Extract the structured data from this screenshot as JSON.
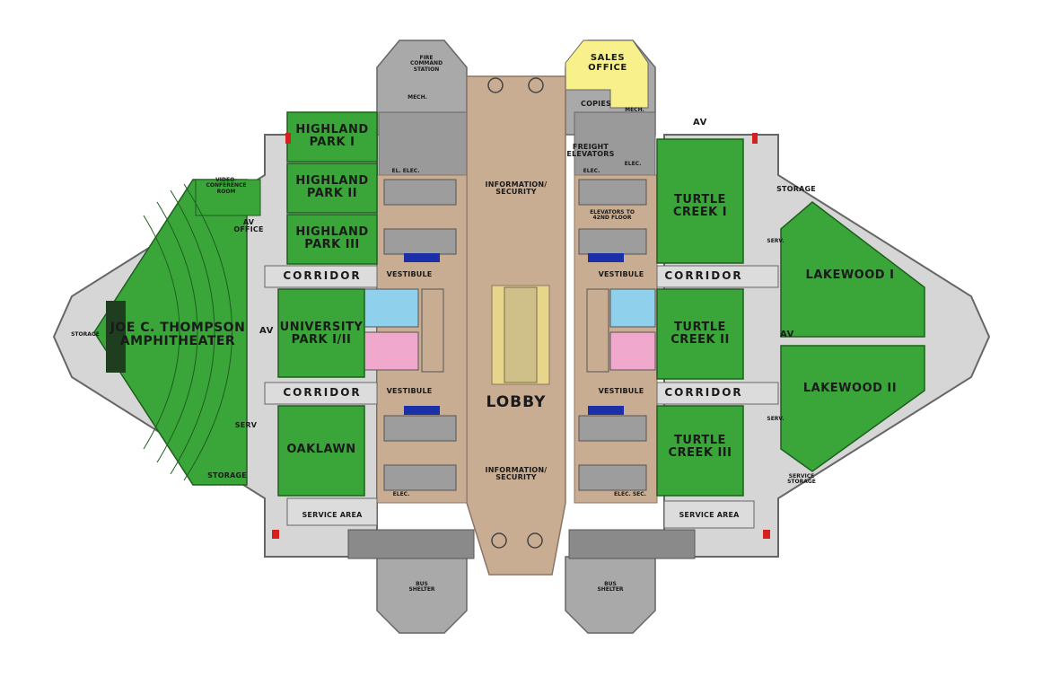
{
  "labels": {
    "fire_command": "FIRE\nCOMMAND\nSTATION",
    "mech_left": "MECH.",
    "mech_right": "MECH.",
    "sales_office": "SALES\nOFFICE",
    "copies": "COPIES",
    "av_top": "AV",
    "highland_1": "HIGHLAND\nPARK I",
    "highland_2": "HIGHLAND\nPARK II",
    "highland_3": "HIGHLAND\nPARK III",
    "video_conf": "VIDEO-\nCONFERENCE\nROOM",
    "av_office": "AV\nOFFICE",
    "el_elec": "EL. ELEC.",
    "info_top": "INFORMATION/\nSECURITY",
    "freight": "FREIGHT\nELEVATORS",
    "elec_top_right": "ELEC.",
    "elec_top_right2": "ELEC.",
    "elevators_42": "ELEVATORS TO\n42ND FLOOR",
    "turtle_1": "TURTLE\nCREEK I",
    "storage_right": "STORAGE",
    "corridor_left_top": "CORRIDOR",
    "vestibule_lt": "VESTIBULE",
    "vestibule_rt": "VESTIBULE",
    "corridor_right_top": "CORRIDOR",
    "lakewood_1": "LAKEWOOD I",
    "serv_right_top": "SERV.",
    "storage_left": "STORAGE",
    "amphitheater": "JOE C. THOMPSON\nAMPHITHEATER",
    "av_left": "AV",
    "university": "UNIVERSITY\nPARK I/II",
    "turtle_2": "TURTLE\nCREEK II",
    "av_right": "AV",
    "corridor_left_bottom": "CORRIDOR",
    "vestibule_lb": "VESTIBULE",
    "lobby": "LOBBY",
    "vestibule_rb": "VESTIBULE",
    "corridor_right_bottom": "CORRIDOR",
    "lakewood_2": "LAKEWOOD II",
    "serv_left": "SERV",
    "oaklawn": "OAKLAWN",
    "serv_right_bottom": "SERV.",
    "turtle_3": "TURTLE\nCREEK III",
    "storage_left_bottom": "STORAGE",
    "info_bottom": "INFORMATION/\nSECURITY",
    "service_storage": "SERVICE\nSTORAGE",
    "elec_bl": "ELEC.",
    "elec_br": "ELEC. SEC.",
    "service_area_left": "SERVICE AREA",
    "service_area_right": "SERVICE AREA",
    "bus_left": "BUS\nSHELTER",
    "bus_right": "BUS\nSHELTER"
  },
  "colors": {
    "meeting_room": "#3aa63a",
    "lobby_floor": "#c8ad92",
    "service": "#b8b8b8",
    "wall": "#7a7a7a",
    "sales_office": "#f8f08a",
    "restroom_blue": "#8fd0ec",
    "restroom_pink": "#f0a8cc",
    "elevator_blue": "#1a2fa8",
    "accent_orange": "#d98a3a",
    "accent_red": "#d42020"
  }
}
